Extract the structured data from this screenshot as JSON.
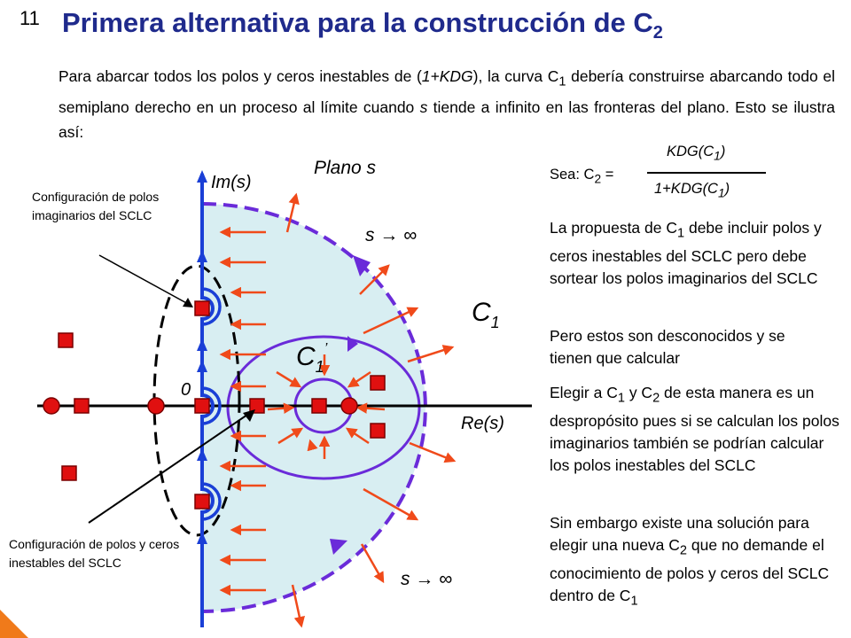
{
  "slide": {
    "number": "11",
    "title_main": "Primera alternativa para la construcción de C",
    "title_sub": "2"
  },
  "intro": {
    "p1": "Para abarcar todos los polos y ceros inestables de (",
    "p1_italic": "1+KDG",
    "p2": "), la curva C",
    "p2_sub": "1",
    "p3": " debería construirse abarcando todo el semiplano derecho en un proceso al límite cuando ",
    "p3_italic": "s",
    "p4": " tiende a infinito en las fronteras del plano. Esto se ilustra así:"
  },
  "formula": {
    "prefix": "Sea: C",
    "prefix_sub": "2",
    "equals": " =",
    "num": "KDG(C",
    "num_sub": "1",
    "num_end": ")",
    "den": "1+KDG(C",
    "den_sub": "1",
    "den_end": ")"
  },
  "side": {
    "p1_a": "La propuesta de C",
    "p1_sub": "1",
    "p1_b": " debe incluir polos y ceros inestables del SCLC pero debe sortear los polos imaginarios del SCLC",
    "p2": "Pero estos son desconocidos y se tienen que calcular",
    "p3_a": "Elegir a C",
    "p3_sub1": "1",
    "p3_b": " y C",
    "p3_sub2": "2",
    "p3_c": " de esta manera es un despropósito pues si se calculan los polos imaginarios también se podrían calcular los polos inestables del SCLC",
    "p4_a": "Sin embargo existe una solución para elegir una nueva C",
    "p4_sub1": "2",
    "p4_b": " que no demande el conocimiento de polos y ceros del SCLC dentro de C",
    "p4_sub2": "1"
  },
  "notes": {
    "top": "Configuración de polos  imaginarios del SCLC",
    "bottom": "Configuración de polos y ceros inestables del SCLC"
  },
  "diagram": {
    "plane_label": "Plano s",
    "im_label": "Im(s)",
    "re_label": "Re(s)",
    "origin_label": "0",
    "s_inf_top": "s → ∞",
    "s_inf_bottom": "s → ∞",
    "c1_label": "C",
    "c1_sub": "1",
    "c1p_label": "C",
    "c1p_sub": "1",
    "c1p_prime": "’"
  },
  "colors": {
    "title": "#1f2a8c",
    "contour": "#6a2bd9",
    "axis_im": "#1a3fd6",
    "shade": "#d8eef2",
    "arrow": "#f04a1a",
    "pole": "#e01010",
    "accent_corner": "#f07a1a"
  },
  "icons": {
    "pole_marker": "red-square",
    "zero_marker": "red-circle",
    "flow_arrows": "orange-arrows"
  }
}
